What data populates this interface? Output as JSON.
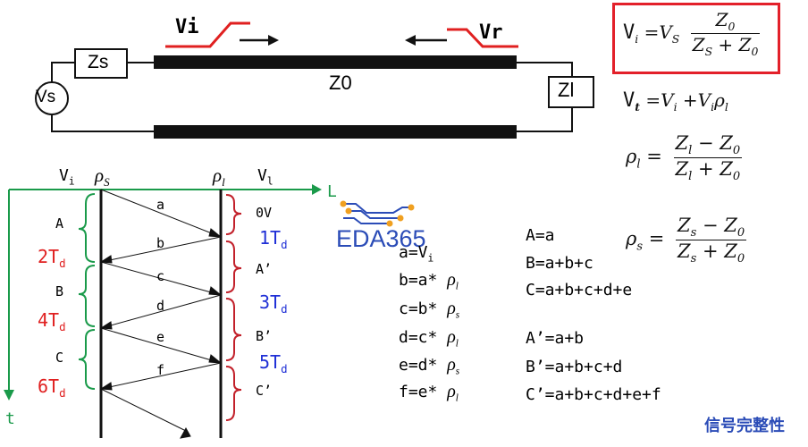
{
  "circuit": {
    "source_label": "Vs",
    "source_impedance_label": "Zs",
    "line_label": "Z0",
    "load_label": "Zl",
    "incident_wave_label": "Vi",
    "reflected_wave_label": "Vr"
  },
  "formulas": {
    "vi": {
      "lhs_v": "V",
      "lhs_sub": "i",
      "rhs_v": "V",
      "rhs_sub": "S",
      "num": "Z",
      "num_sub": "0",
      "den_a": "Z",
      "den_a_sub": "S",
      "den_op": "+",
      "den_b": "Z",
      "den_b_sub": "0",
      "eq": "="
    },
    "vt": {
      "text_v": "V",
      "text_sub": "t",
      "eq": "=",
      "rhs": "V",
      "rhs_sub": "i",
      "plus": "+",
      "rhs2": "V",
      "rhs2_sub": "i",
      "rho": "ρ",
      "rho_sub": "l"
    },
    "rho_l": {
      "rho": "ρ",
      "sub": "l",
      "eq": "=",
      "num_a": "Z",
      "num_a_sub": "l",
      "num_op": "−",
      "num_b": "Z",
      "num_b_sub": "0",
      "den_a": "Z",
      "den_a_sub": "l",
      "den_op": "+",
      "den_b": "Z",
      "den_b_sub": "0"
    },
    "rho_s": {
      "rho": "ρ",
      "sub": "s",
      "eq": "=",
      "num_a": "Z",
      "num_a_sub": "s",
      "num_op": "−",
      "num_b": "Z",
      "num_b_sub": "0",
      "den_a": "Z",
      "den_a_sub": "s",
      "den_op": "+",
      "den_b": "Z",
      "den_b_sub": "0"
    }
  },
  "lattice": {
    "header_vi": "V",
    "header_vi_sub": "i",
    "header_rho_s": "ρ",
    "header_rho_s_sub": "S",
    "header_rho_l": "ρ",
    "header_rho_l_sub": "l",
    "header_vl": "V",
    "header_vl_sub": "l",
    "axis_l": "L",
    "axis_t": "t",
    "wave_labels": [
      "a",
      "b",
      "c",
      "d",
      "e",
      "f"
    ],
    "source_side_labels": [
      "A",
      "B",
      "C"
    ],
    "load_side_labels": [
      "0V",
      "A’",
      "B’",
      "C’"
    ],
    "source_times": [
      {
        "n": "2T",
        "sub": "d"
      },
      {
        "n": "4T",
        "sub": "d"
      },
      {
        "n": "6T",
        "sub": "d"
      }
    ],
    "load_times": [
      {
        "n": "1T",
        "sub": "d"
      },
      {
        "n": "3T",
        "sub": "d"
      },
      {
        "n": "5T",
        "sub": "d"
      }
    ]
  },
  "wave_equations": [
    {
      "lhs": "a=V",
      "sub": "i",
      "rho": "",
      "rho_sub": ""
    },
    {
      "lhs": "b=a* ",
      "sub": "",
      "rho": "ρ",
      "rho_sub": "l"
    },
    {
      "lhs": "c=b* ",
      "sub": "",
      "rho": "ρ",
      "rho_sub": "s"
    },
    {
      "lhs": "d=c* ",
      "sub": "",
      "rho": "ρ",
      "rho_sub": "l"
    },
    {
      "lhs": "e=d* ",
      "sub": "",
      "rho": "ρ",
      "rho_sub": "s"
    },
    {
      "lhs": "f=e* ",
      "sub": "",
      "rho": "ρ",
      "rho_sub": "l"
    }
  ],
  "sum_equations": {
    "source": [
      "A=a",
      "B=a+b+c",
      "C=a+b+c+d+e"
    ],
    "load": [
      "A’=a+b",
      "B’=a+b+c+d",
      "C’=a+b+c+d+e+f"
    ]
  },
  "logo_text": "EDA365",
  "brand_text": "信号完整性",
  "colors": {
    "red": "#e02020",
    "blue": "#1f2fd6",
    "green": "#1a9a4a",
    "box": "#e3202a"
  }
}
